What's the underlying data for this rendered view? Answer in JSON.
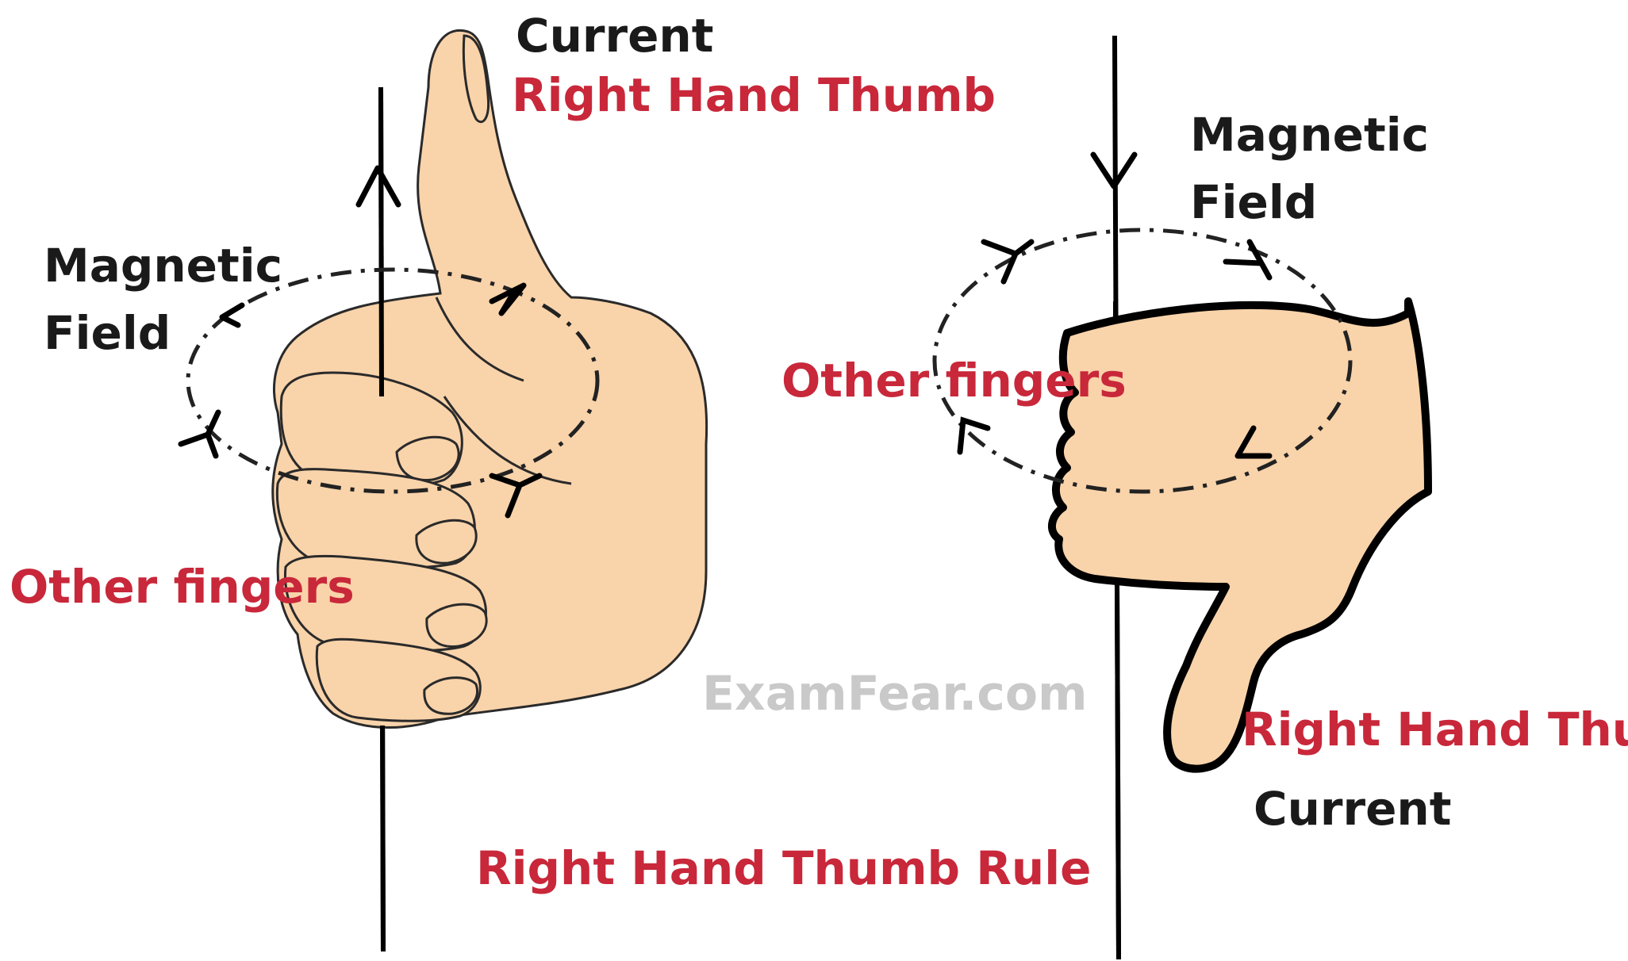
{
  "colors": {
    "skin": "#f9d3aa",
    "outline_thin": "#2a2a2a",
    "outline_thick": "#000000",
    "label_red": "#c8283a",
    "label_black": "#1a1a1a",
    "watermark": "#c9c9c9"
  },
  "left": {
    "current": "Current",
    "thumb": "Right Hand Thumb",
    "field_line1": "Magnetic",
    "field_line2": "Field",
    "fingers": "Other fingers"
  },
  "right": {
    "field_line1": "Magnetic",
    "field_line2": "Field",
    "fingers": "Other fingers",
    "thumb": "Right Hand Thumb",
    "current": "Current"
  },
  "title": "Right Hand Thumb Rule",
  "watermark": "ExamFear.com"
}
